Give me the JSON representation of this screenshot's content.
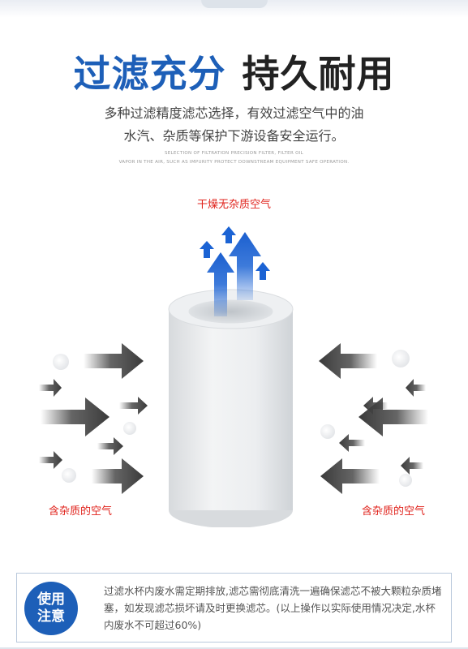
{
  "headline": {
    "part1": "过滤充分",
    "part2": "持久耐用"
  },
  "subtitle": {
    "line1": "多种过滤精度滤芯选择，有效过滤空气中的油",
    "line2": "水汽、杂质等保护下游设备安全运行。"
  },
  "english_caption": {
    "line1": "SELECTION OF FILTRATION PRECISION FILTER, FILTER OIL",
    "line2": "VAPOR IN THE AIR, SUCH AS IMPURITY PROTECT DOWNSTREAM EQUIPMENT SAFE OPERATION."
  },
  "labels": {
    "outlet": "干燥无杂质空气",
    "inlet_left": "含杂质的空气",
    "inlet_right": "含杂质的空气"
  },
  "notice": {
    "badge": "使用注意",
    "text": "过滤水杯内废水需定期排放,滤芯需彻底清洗一遍确保滤芯不被大颗粒杂质堵塞，如发现滤芯损坏请及时更换滤芯。(以上操作以实际使用情况决定,水杯内废水不可超过60%)"
  },
  "colors": {
    "title_blue": "#1d5fb8",
    "label_red": "#e0221b",
    "arrow_blue": "#1b63d4"
  }
}
